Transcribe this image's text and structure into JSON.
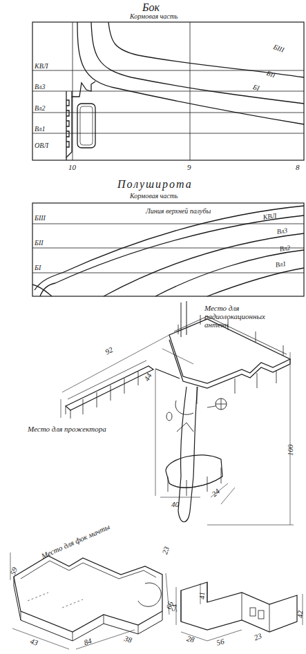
{
  "diagram": {
    "labels": [
      "Бок",
      "Кормовая часть",
      "КВЛ",
      "Вл3",
      "Вл2",
      "Вл1",
      "ОВЛ",
      "БIII",
      "БII",
      "БI",
      "10",
      "9",
      "8",
      "Полуширота",
      "Кормовая часть",
      "БIII",
      "БII",
      "БI",
      "Линия верхней палубы",
      "КВЛ",
      "Вл3",
      "Вл2",
      "Вл1",
      "Место для радиолокационных антенн",
      "92",
      "44",
      "Место для прожектора",
      "40",
      "24",
      "100",
      "Место для фок мачты",
      "59",
      "23",
      "43",
      "84",
      "38",
      "66",
      "54",
      "41",
      "42",
      "28",
      "56",
      "23"
    ]
  }
}
